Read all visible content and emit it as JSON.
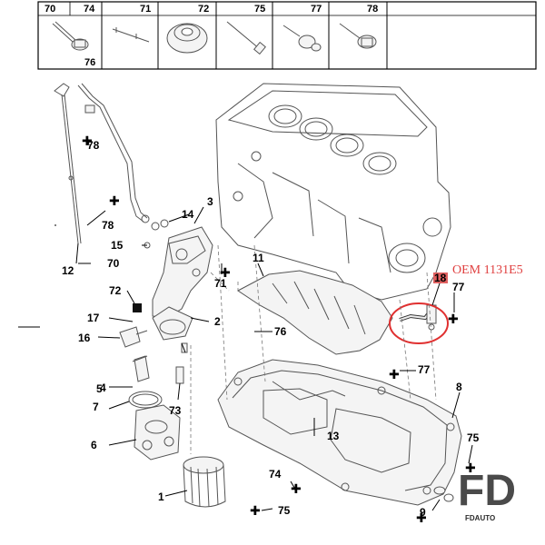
{
  "header_parts": [
    "70",
    "74",
    "71",
    "72",
    "75",
    "77",
    "78"
  ],
  "header_sub": "76",
  "labels": {
    "l1": "1",
    "l2": "2",
    "l3": "3",
    "l4": "4",
    "l5": "5",
    "l6": "6",
    "l7": "7",
    "l8": "8",
    "l9": "9",
    "l11": "11",
    "l12": "12",
    "l13": "13",
    "l14": "14",
    "l15": "15",
    "l16": "16",
    "l17": "17",
    "l18": "18",
    "l70": "70",
    "l71": "71",
    "l72": "72",
    "l73": "73",
    "l74": "74",
    "l75a": "75",
    "l75b": "75",
    "l76a": "76",
    "l77a": "77",
    "l77b": "77",
    "l78a": "78",
    "l78b": "78"
  },
  "oem_text": "OEM 1131E5",
  "brand": {
    "logo": "FD",
    "name": "FDAUTO"
  },
  "colors": {
    "highlight": "#e03030",
    "oem_text": "#e04040",
    "badge": "#e06060"
  }
}
